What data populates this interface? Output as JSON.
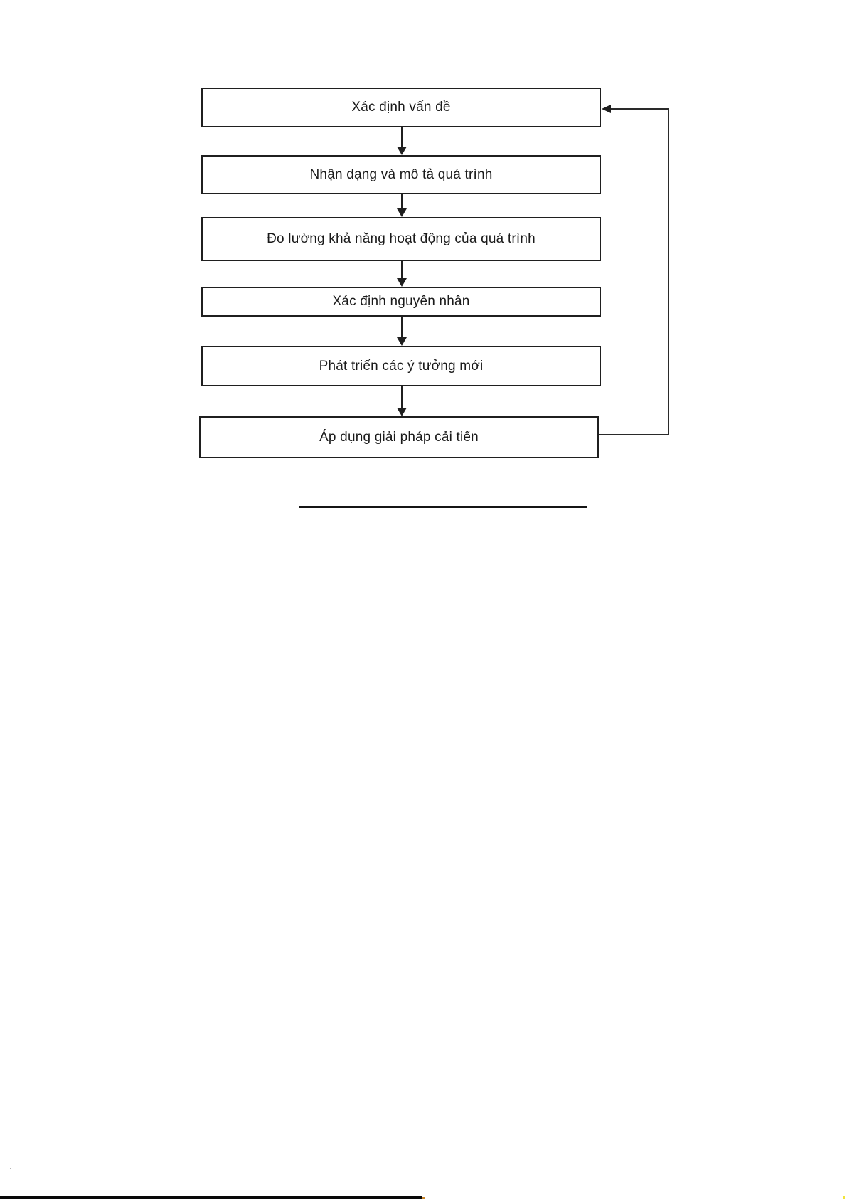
{
  "flowchart": {
    "steps": [
      {
        "label": "Xác định vấn đề"
      },
      {
        "label": "Nhận dạng và mô tả quá trình"
      },
      {
        "label": "Đo lường khả năng hoạt động của quá trình"
      },
      {
        "label": "Xác định nguyên nhân"
      },
      {
        "label": "Phát triển các ý tưởng mới"
      },
      {
        "label": "Áp dụng giải pháp cải tiến"
      }
    ],
    "feedback_loop": "from last step back to first step",
    "colors": {
      "line": "#1f1f1f",
      "text": "#1a1a1a",
      "background": "#ffffff",
      "bottom_bar": "#080808",
      "bar_end_dot": "#c88428",
      "corner_dot": "#f2e43a"
    }
  }
}
